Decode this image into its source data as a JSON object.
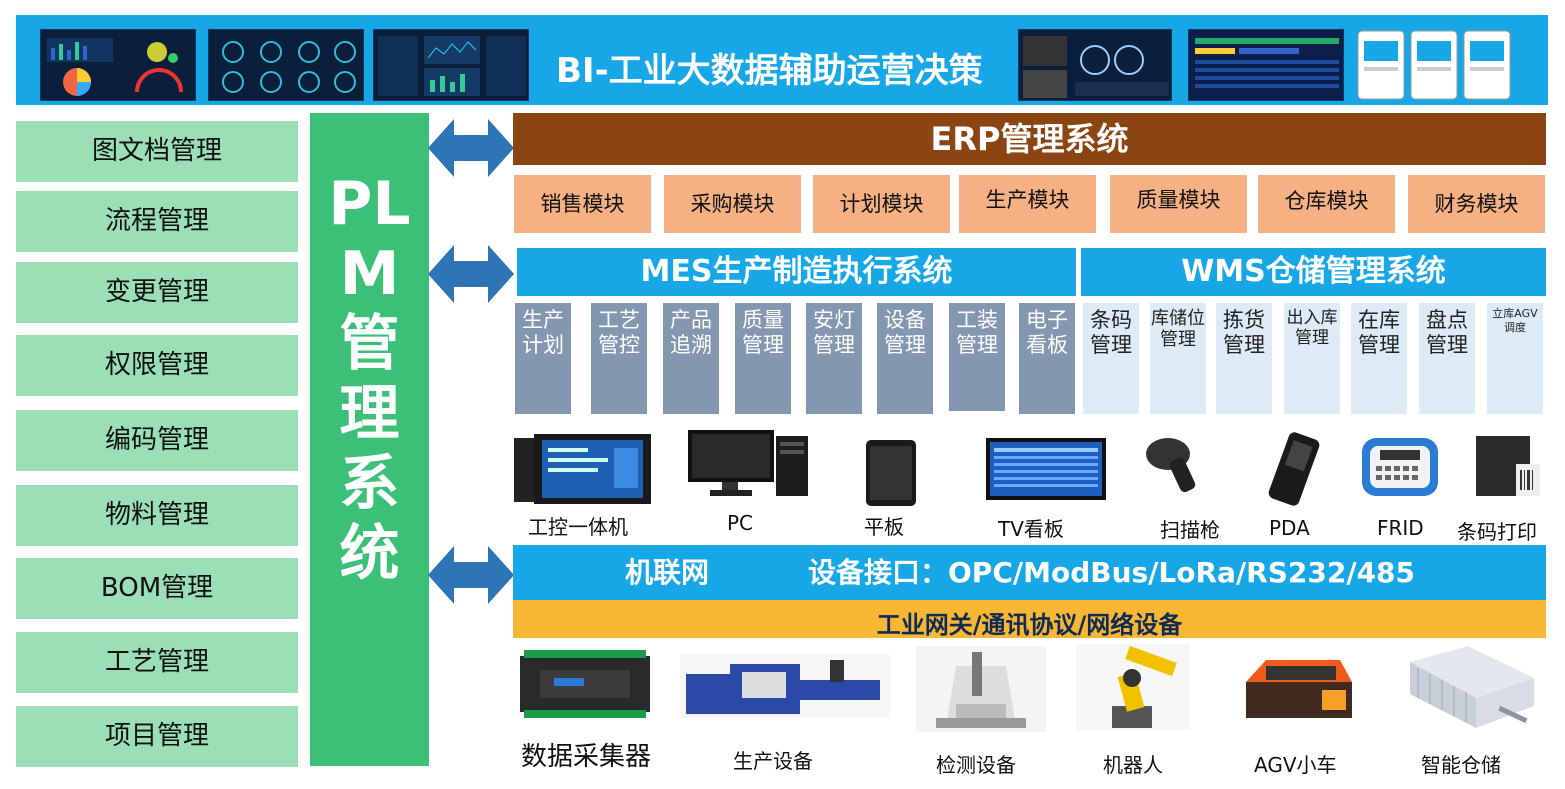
{
  "bi": {
    "title": "BI-工业大数据辅助运营决策"
  },
  "left_items": [
    "图文档管理",
    "流程管理",
    "变更管理",
    "权限管理",
    "编码管理",
    "物料管理",
    "BOM管理",
    "工艺管理",
    "项目管理"
  ],
  "plm": {
    "title": "PLM管理系统"
  },
  "erp": {
    "title": "ERP管理系统",
    "modules": [
      "销售模块",
      "采购模块",
      "计划模块",
      "生产模块",
      "质量模块",
      "仓库模块",
      "财务模块"
    ]
  },
  "mes": {
    "title": "MES生产制造执行系统",
    "modules": [
      "生产计划",
      "工艺管控",
      "产品追溯",
      "质量管理",
      "安灯管理",
      "设备管理",
      "工装管理",
      "电子看板"
    ]
  },
  "wms": {
    "title": "WMS仓储管理系统",
    "modules": [
      "条码管理",
      "库储位管理",
      "拣货管理",
      "出入库管理",
      "在库管理",
      "盘点管理",
      "立库AGV调度"
    ]
  },
  "devices": [
    "工控一体机",
    "PC",
    "平板",
    "TV看板",
    "扫描枪",
    "PDA",
    "FRID",
    "条码打印"
  ],
  "iot": {
    "left": "机联网",
    "right": "设备接口：OPC/ModBus/LoRa/RS232/485"
  },
  "gateway": {
    "title": "工业网关/通讯协议/网络设备"
  },
  "equipment": [
    "数据采集器",
    "生产设备",
    "检测设备",
    "机器人",
    "AGV小车",
    "智能仓储"
  ],
  "colors": {
    "blue": "#17a6e6",
    "green": "#3cbf77",
    "light_green": "#9bdfb7",
    "brown": "#8b4513",
    "salmon": "#f5b183",
    "slate": "#8497b0",
    "pale_blue": "#ddebf7",
    "orange": "#f8b732",
    "arrow": "#2e75b6"
  }
}
